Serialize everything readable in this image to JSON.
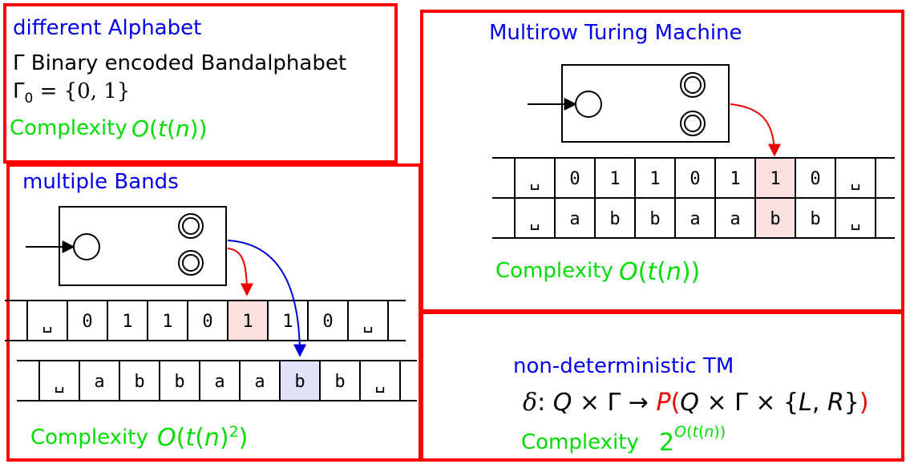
{
  "panel1": {
    "title": "different Alphabet",
    "gamma_line": "Γ  Binary encoded Bandalphabet",
    "gamma0_line": "Γ₀ = {0, 1}",
    "complexity_label": "Complexity",
    "complexity_formula": "O(t(n))"
  },
  "panel2": {
    "title": "multiple Bands",
    "tape1": [
      "␣",
      "0",
      "1",
      "1",
      "0",
      "1",
      "1",
      "0",
      "␣"
    ],
    "tape2": [
      "␣",
      "a",
      "b",
      "b",
      "a",
      "a",
      "b",
      "b",
      "␣"
    ],
    "complexity_label": "Complexity",
    "complexity_formula": "O(t(n)²)"
  },
  "panel3": {
    "title": "Multirow Turing Machine",
    "row1": [
      "␣",
      "0",
      "1",
      "1",
      "0",
      "1",
      "1",
      "0",
      "␣"
    ],
    "row2": [
      "␣",
      "a",
      "b",
      "b",
      "a",
      "a",
      "b",
      "b",
      "␣"
    ],
    "complexity_label": "Complexity",
    "complexity_formula": "O(t(n))"
  },
  "panel4": {
    "title": "non-deterministic TM",
    "delta_formula": "δ: Q × Γ → P(Q × Γ × {L, R})",
    "complexity_label": "Complexity",
    "complexity_formula": "2^O(t(n))"
  },
  "colors": {
    "border": "#ff0000",
    "title": "#0000ee",
    "complexity": "#00dd00",
    "highlight_red": "#fbe0e0",
    "highlight_blue": "#e0e3f7",
    "arrow_red": "#ee0000",
    "arrow_blue": "#0000dd"
  }
}
